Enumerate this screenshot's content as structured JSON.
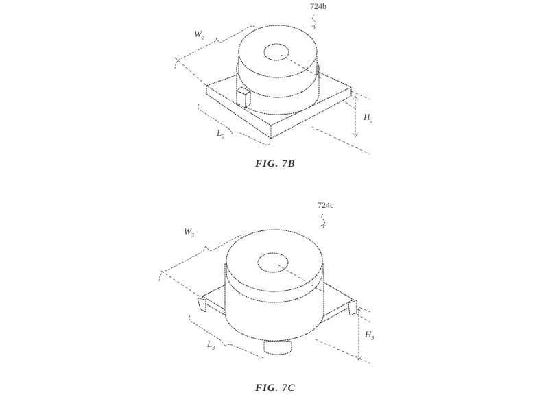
{
  "figures": [
    {
      "caption": "FIG. 7B",
      "reference": "724b",
      "width_label": "W",
      "width_sub": "2",
      "length_label": "L",
      "length_sub": "2",
      "height_label": "H",
      "height_sub": "2"
    },
    {
      "caption": "FIG. 7C",
      "reference": "724c",
      "width_label": "W",
      "width_sub": "3",
      "length_label": "L",
      "length_sub": "3",
      "height_label": "H",
      "height_sub": "3"
    }
  ]
}
